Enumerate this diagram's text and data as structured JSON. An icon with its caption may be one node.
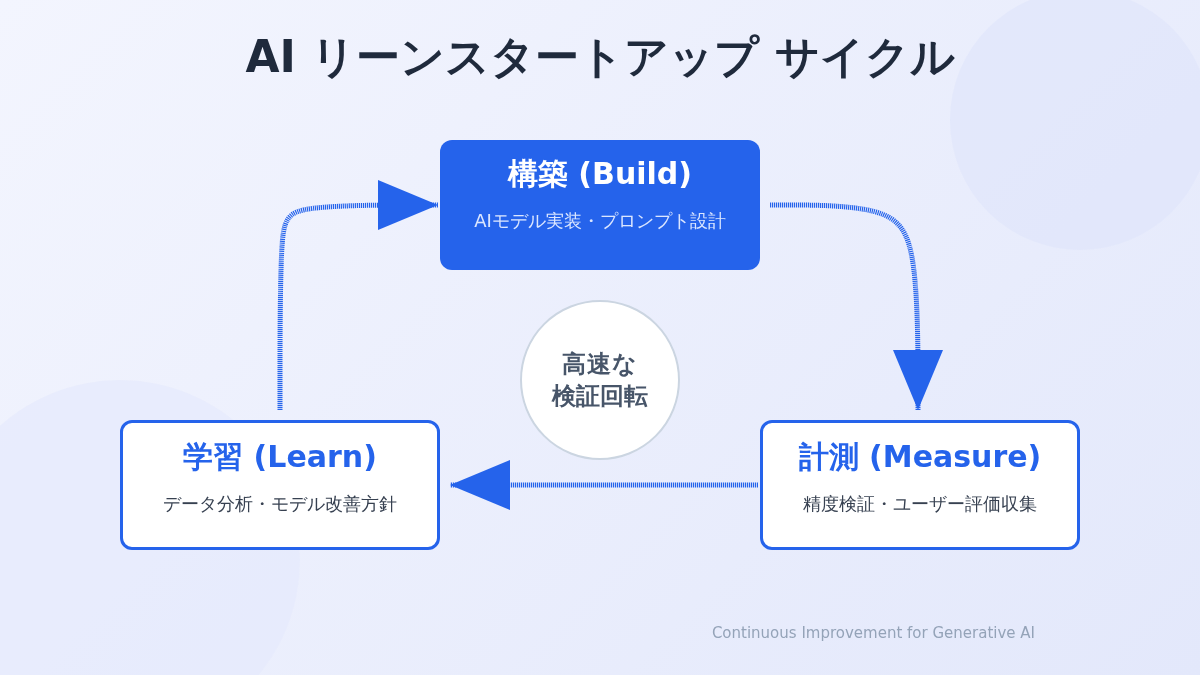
{
  "diagram": {
    "title": "AI リーンスタートアップ サイクル",
    "nodes": [
      {
        "text": [
          "構築 (Build)",
          "AIモデル実装・プロンプト設計"
        ]
      },
      {
        "text": [
          "計測 (Measure)",
          "精度検証・ユーザー評価収集"
        ]
      },
      {
        "text": [
          "学習 (Learn)",
          "データ分析・モデル改善方針"
        ]
      },
      {
        "text": [
          "高速な検証回転"
        ]
      }
    ],
    "edges": [
      {
        "from": 0,
        "to": 1,
        "arrow": "to",
        "style": "dashed"
      },
      {
        "from": 1,
        "to": 2,
        "arrow": "to",
        "style": "dashed"
      },
      {
        "from": 2,
        "to": 0,
        "arrow": "to",
        "style": "dashed"
      }
    ],
    "labels": [
      "Continuous Improvement for Generative AI"
    ]
  }
}
